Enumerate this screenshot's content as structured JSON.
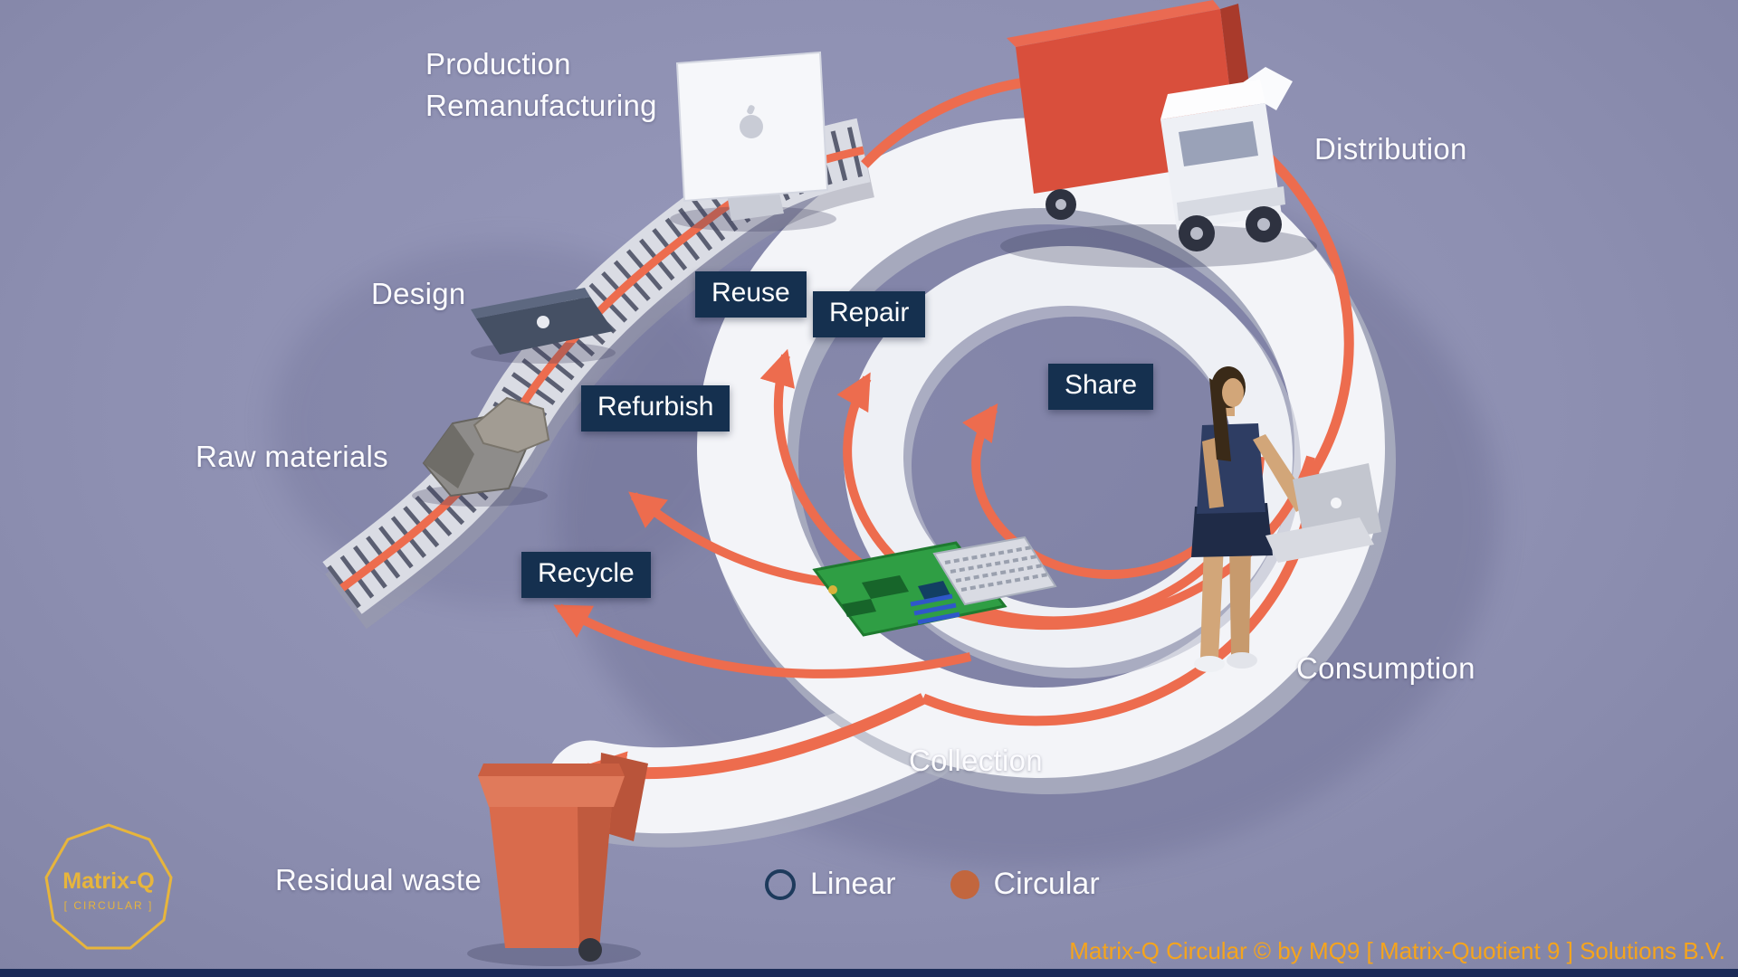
{
  "scene": {
    "background_color": "#8e90b2",
    "ribbon_color": "#f3f4f8",
    "arrow_color": "#ed6c4e",
    "tag_background_color": "#15304f",
    "truck_color": "#d94f3c",
    "bin_color": "#d96b4c"
  },
  "labels": {
    "production_line1": "Production",
    "production_line2": "Remanufacturing",
    "distribution": "Distribution",
    "design": "Design",
    "raw_materials": "Raw materials",
    "consumption": "Consumption",
    "collection": "Collection",
    "residual_waste": "Residual waste"
  },
  "tags": {
    "reuse": "Reuse",
    "repair": "Repair",
    "refurbish": "Refurbish",
    "share": "Share",
    "recycle": "Recycle"
  },
  "legend": {
    "linear_label": "Linear",
    "circular_label": "Circular",
    "linear_ring_color": "#1d3a5c",
    "circular_dot_color": "#c2663e"
  },
  "logo": {
    "title": "Matrix-Q",
    "subtitle": "[ CIRCULAR ]",
    "color": "#e7b53c"
  },
  "footer": {
    "copyright": "Matrix-Q Circular © by MQ9 [ Matrix-Quotient 9 ] Solutions B.V.",
    "color": "#f5a41d"
  }
}
